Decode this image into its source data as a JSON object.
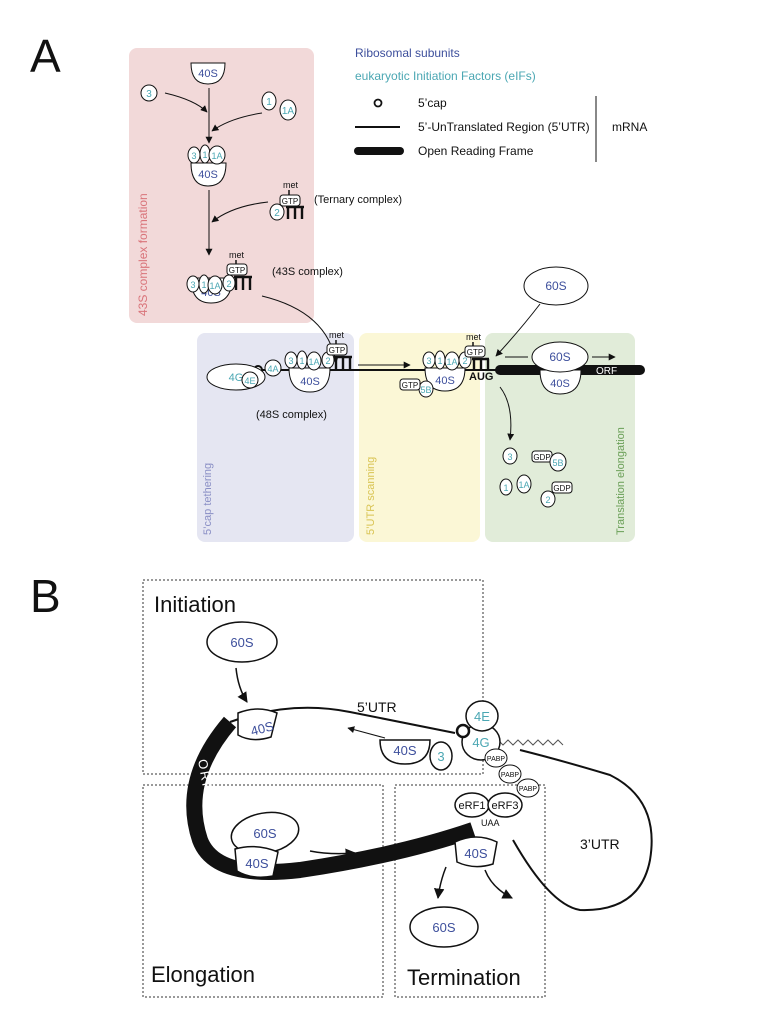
{
  "panel_a": {
    "label": "A",
    "legend": {
      "ribosomal": "Ribosomal subunits",
      "eifs": "eukaryotic Initiation Factors (eIFs)",
      "cap": "5’cap",
      "utr": "5’-UnTranslated Region (5’UTR)",
      "orf": "Open Reading Frame",
      "mrna": "mRNA"
    },
    "boxes": {
      "complex43": "43S complex formation",
      "tether": "5’cap tethering",
      "scanning": "5’UTR scanning",
      "elongation": "Translation elongation"
    },
    "captions": {
      "ternary": "(Ternary complex)",
      "c43s": "(43S complex)",
      "c48s": "(48S complex)"
    },
    "labels": {
      "s40": "40S",
      "s60": "60S",
      "f3": "3",
      "f1": "1",
      "f1a": "1A",
      "f2": "2",
      "f4g": "4G",
      "f4a": "4A",
      "f4e": "4E",
      "f5b": "5B",
      "met": "met",
      "gtp": "GTP",
      "gdp": "GDP",
      "aug": "AUG",
      "orf": "ORF"
    }
  },
  "panel_b": {
    "label": "B",
    "boxes": {
      "initiation": "Initiation",
      "elongation": "Elongation",
      "termination": "Termination"
    },
    "labels": {
      "s40": "40S",
      "s60": "60S",
      "utr5": "5’UTR",
      "utr3": "3’UTR",
      "orf": "ORF",
      "f3": "3",
      "f4e": "4E",
      "f4g": "4G",
      "pabp": "PABP",
      "erf1": "eRF1",
      "erf3": "eRF3",
      "uaa": "UAA"
    }
  },
  "colors": {
    "complex43_bg": "#f2d9d9",
    "tether_bg": "#e5e6f2",
    "scanning_bg": "#fbf7d6",
    "elongation_bg": "#e1ecd9",
    "subunit_text": "#3d4f9c",
    "eif_text": "#4ba7b3",
    "complex43_text": "#d9747a",
    "tether_text": "#8a8fc5",
    "scanning_text": "#d9c454",
    "elongation_text": "#6a9f57"
  }
}
